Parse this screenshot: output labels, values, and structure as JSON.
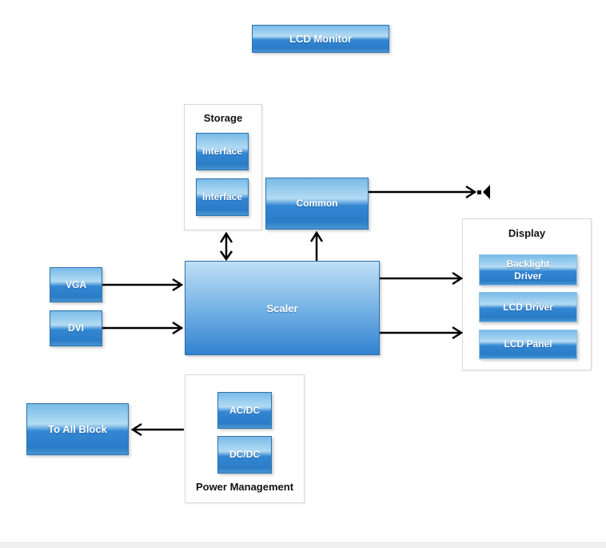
{
  "diagram_title": "LCD Monitor",
  "nodes": {
    "lcd_monitor": {
      "label": "LCD Monitor"
    },
    "vga": {
      "label": "VGA"
    },
    "dvi": {
      "label": "DVI"
    },
    "scaler": {
      "label": "Scaler"
    },
    "common": {
      "label": "Common"
    },
    "interface_1": {
      "label": "Interface"
    },
    "interface_2": {
      "label": "Interface"
    },
    "backlight_driver": {
      "label": "Backlight Driver"
    },
    "lcd_driver": {
      "label": "LCD Driver"
    },
    "lcd_panel": {
      "label": "LCD Panel"
    },
    "ac_dc": {
      "label": "AC/DC"
    },
    "dc_dc": {
      "label": "DC/DC"
    },
    "to_all_block": {
      "label": "To All Block"
    }
  },
  "groups": {
    "storage": {
      "label": "Storage"
    },
    "display": {
      "label": "Display"
    },
    "power_management": {
      "label": "Power Management"
    }
  },
  "icons": {
    "speaker": "speaker-icon"
  },
  "connections": [
    {
      "from": "vga",
      "to": "scaler",
      "style": "arrow"
    },
    {
      "from": "dvi",
      "to": "scaler",
      "style": "arrow"
    },
    {
      "from": "scaler",
      "to": "storage",
      "style": "double-arrow"
    },
    {
      "from": "scaler",
      "to": "common",
      "style": "arrow"
    },
    {
      "from": "common",
      "to": "speaker",
      "style": "arrow"
    },
    {
      "from": "scaler",
      "to": "backlight_driver",
      "style": "arrow"
    },
    {
      "from": "scaler",
      "to": "lcd_panel",
      "style": "arrow"
    },
    {
      "from": "power_management",
      "to": "to_all_block",
      "style": "arrow"
    }
  ],
  "colors": {
    "block_gradient_top": "#79bbe8",
    "block_gradient_light": "#b3dbf3",
    "block_gradient_dark": "#2e7ec9",
    "block_border": "#2c72ad",
    "group_border": "#d7d7d7",
    "arrow": "#000000",
    "bottom_bar": "#f0f0f0"
  }
}
